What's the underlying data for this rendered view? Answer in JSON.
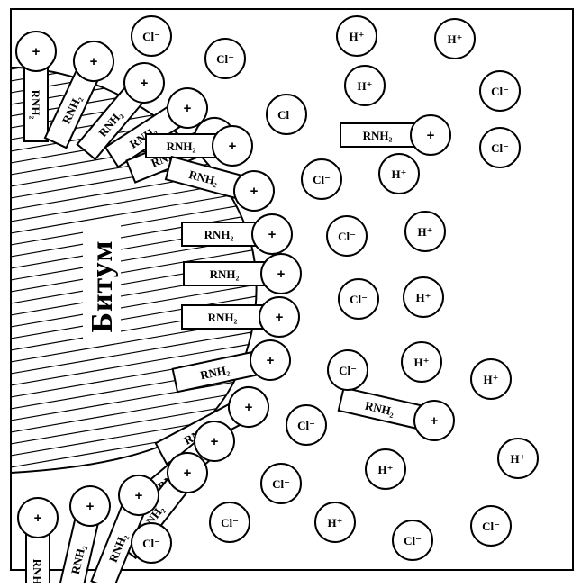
{
  "diagram": {
    "title": "Битум",
    "amine_label": "RNH₂",
    "plus_sign": "+",
    "cl_ion": "Cl⁻",
    "h_ion": "H⁺",
    "colors": {
      "ink": "#000000",
      "paper": "#ffffff"
    }
  }
}
